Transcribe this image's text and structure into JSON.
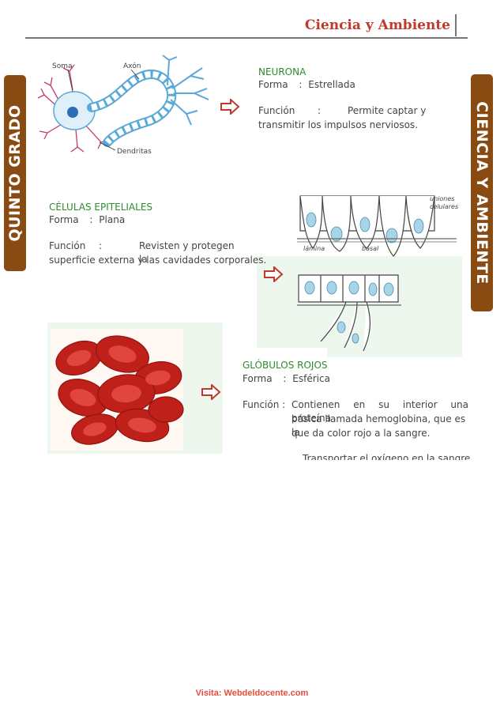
{
  "header": {
    "title": "Ciencia y Ambiente"
  },
  "side_tabs": {
    "left": "QUINTO GRADO",
    "right": "CIENCIA Y AMBIENTE"
  },
  "neurona": {
    "title": "NEURONA",
    "forma_label": "Forma",
    "forma_sep": ":",
    "forma_value": "Estrellada",
    "funcion_label": "Función",
    "funcion_sep": ":",
    "funcion_line1": "Permite captar y",
    "funcion_line2": "transmitir los impulsos nerviosos.",
    "labels": {
      "soma": "Soma",
      "axon": "Axón",
      "dendritas": "Dendritas"
    }
  },
  "epiteliales": {
    "title": "CÉLULAS EPITELIALES",
    "forma_label": "Forma",
    "forma_sep": ":",
    "forma_value": "Plana",
    "funcion_label": "Función",
    "funcion_sep": ":",
    "funcion_line1": "Revisten y protegen la",
    "funcion_line2": "superficie externa y las cavidades corporales.",
    "labels": {
      "uniones": "uniones",
      "celulares": "celulares",
      "lamina": "lámina",
      "basal": "basal"
    }
  },
  "globulos": {
    "title": "GLÓBULOS ROJOS",
    "forma_label": "Forma",
    "forma_sep": ":",
    "forma_value": "Esférica",
    "funcion_label": "Función :",
    "funcion_line1": "Contienen en su interior una proteína",
    "funcion_line2": "básica llamada hemoglobina, que es la",
    "funcion_line3": "que da color rojo a la sangre.",
    "funcion_line4": "Transportar el oxígeno en la sangre."
  },
  "footer": {
    "text": "Visita: Webdeldocente.com"
  },
  "colors": {
    "accent_red": "#c0392b",
    "tab_brown": "#8a4b12",
    "title_green": "#2e8b2e"
  }
}
